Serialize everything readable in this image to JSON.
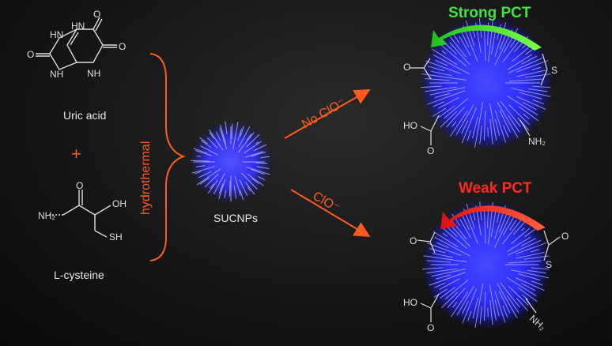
{
  "uric_acid": {
    "name": "Uric acid",
    "atoms": {
      "o_top": "O",
      "o_left": "O",
      "o_right": "O",
      "nh1": "H",
      "nh1n": "N",
      "nh2": "H",
      "nh2n": "N",
      "nh3": "N",
      "nh3h": "H",
      "nh4": "N",
      "nh4h": "H"
    }
  },
  "plus": "+",
  "cysteine": {
    "name": "L-cysteine",
    "atoms": {
      "o": "O",
      "oh": "OH",
      "nh2": "NH₂",
      "sh": "SH"
    }
  },
  "process": {
    "label": "hydrothermal"
  },
  "product": {
    "label": "SUCNPs"
  },
  "arrows": {
    "upper": "No ClO⁻",
    "lower": "ClO⁻"
  },
  "top_result": {
    "pct_label": "Strong PCT",
    "groups": {
      "o": "O",
      "s": "S",
      "ho": "HO",
      "o2": "O",
      "nh2": "NH₂"
    }
  },
  "bottom_result": {
    "pct_label": "Weak PCT",
    "groups": {
      "o": "O",
      "s": "S",
      "o_s": "O",
      "ho": "HO",
      "o2": "O",
      "nh2": "NH₂"
    }
  },
  "colors": {
    "accent": "#ff5a1f",
    "strong": "#3ee63e",
    "weak": "#ff2a1a",
    "particle": "#3b3bff"
  }
}
